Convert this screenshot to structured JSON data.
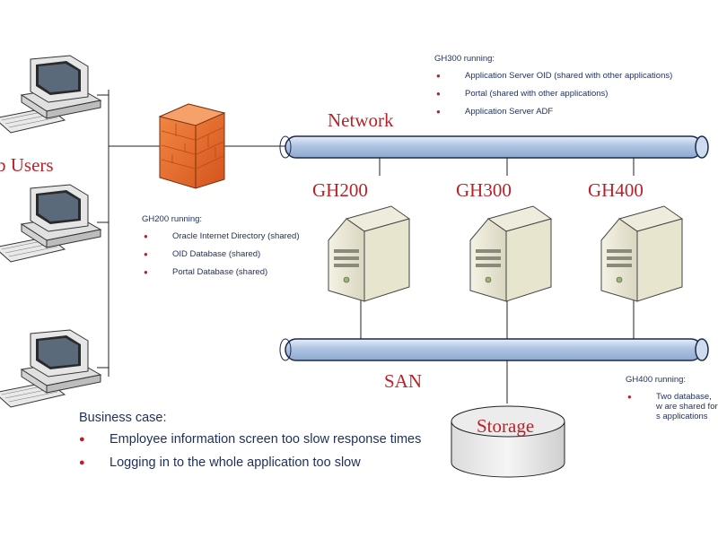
{
  "labels": {
    "web_users": "b Users",
    "network": "Network",
    "san": "SAN",
    "storage": "Storage",
    "servers": [
      "GH200",
      "GH300",
      "GH400"
    ]
  },
  "notes": {
    "gh300": {
      "heading": "GH300 running:",
      "items": [
        "Application Server OID (shared with other applications)",
        "Portal (shared with other applications)",
        "Application Server ADF"
      ]
    },
    "gh200": {
      "heading": "GH200 running:",
      "items": [
        "Oracle Internet Directory (shared)",
        "OID Database (shared)",
        "Portal Database (shared)"
      ]
    },
    "gh400": {
      "heading": "GH400 running:",
      "items": [
        "Two database, w are shared for s applications"
      ]
    }
  },
  "business_case": {
    "heading": "Business case:",
    "items": [
      "Employee information screen too slow response times",
      "Logging in to the whole application too slow"
    ]
  },
  "colors": {
    "label_red": "#b8222a",
    "note_text": "#1f2f5a",
    "pipe_fill": "#b9cce6",
    "pipe_edge": "#1c2a4a",
    "firewall": "#e8692a"
  }
}
